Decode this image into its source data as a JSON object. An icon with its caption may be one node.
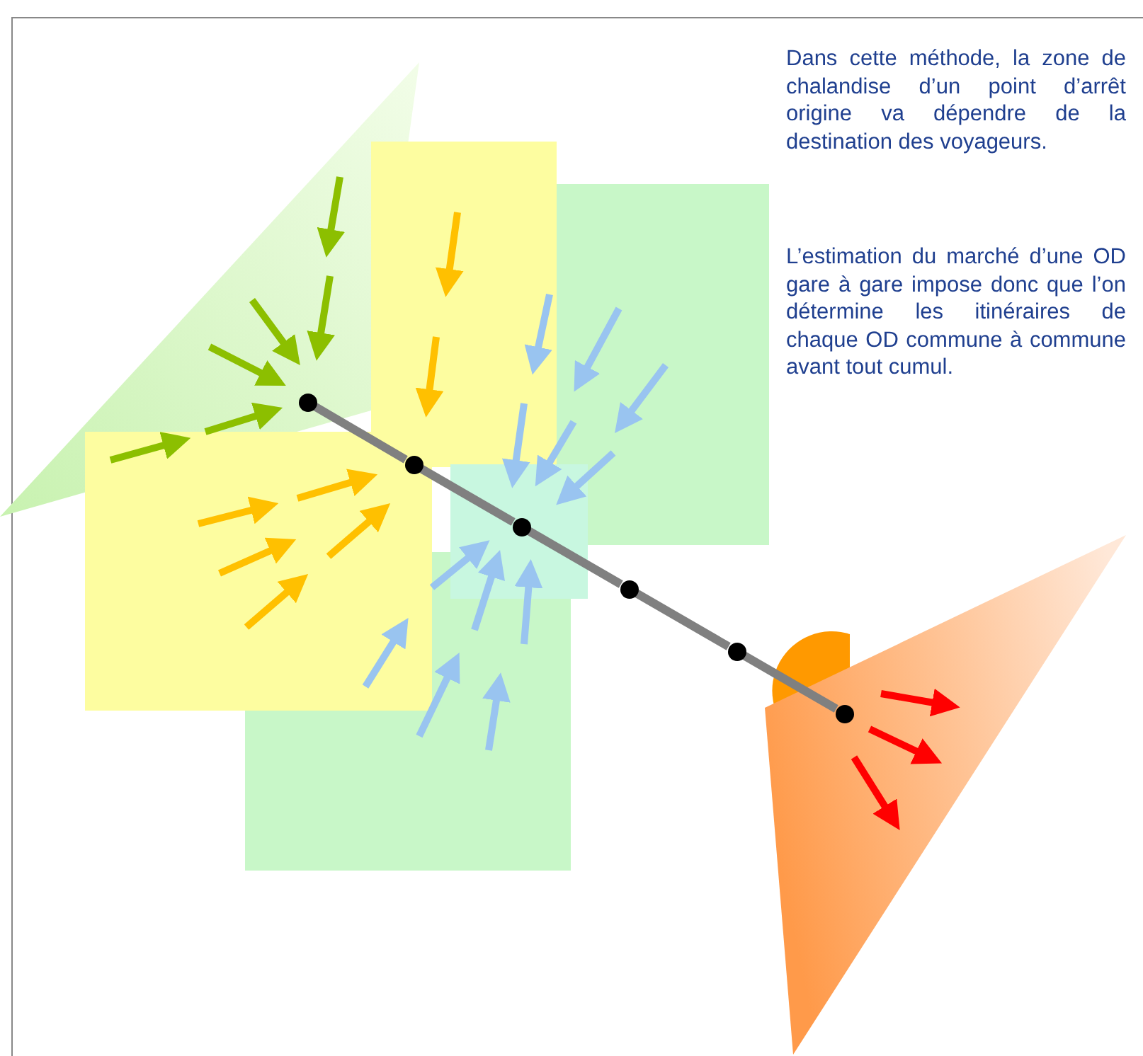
{
  "diagram": {
    "nodes": [
      {
        "text": [],
        "shape": "circle"
      },
      {
        "text": [],
        "shape": "circle"
      },
      {
        "text": [],
        "shape": "circle"
      },
      {
        "text": [],
        "shape": "circle"
      },
      {
        "text": [],
        "shape": "circle"
      },
      {
        "text": [],
        "shape": "circle"
      }
    ],
    "edges": [
      {
        "from": 0,
        "to": 1,
        "arrow": "none"
      },
      {
        "from": 1,
        "to": 2,
        "arrow": "none"
      },
      {
        "from": 2,
        "to": 3,
        "arrow": "none"
      },
      {
        "from": 3,
        "to": 4,
        "arrow": "none"
      },
      {
        "from": 4,
        "to": 5,
        "arrow": "none"
      }
    ],
    "labels": [
      "Dans cette méthode, la zone de chalandise d’un point d’arrêt origine va dépendre de la destination des voyageurs.",
      "L’estimation du marché d’une OD gare à gare impose donc que l’on détermine les itinéraires de chaque OD commune à commune avant tout cumul."
    ]
  }
}
